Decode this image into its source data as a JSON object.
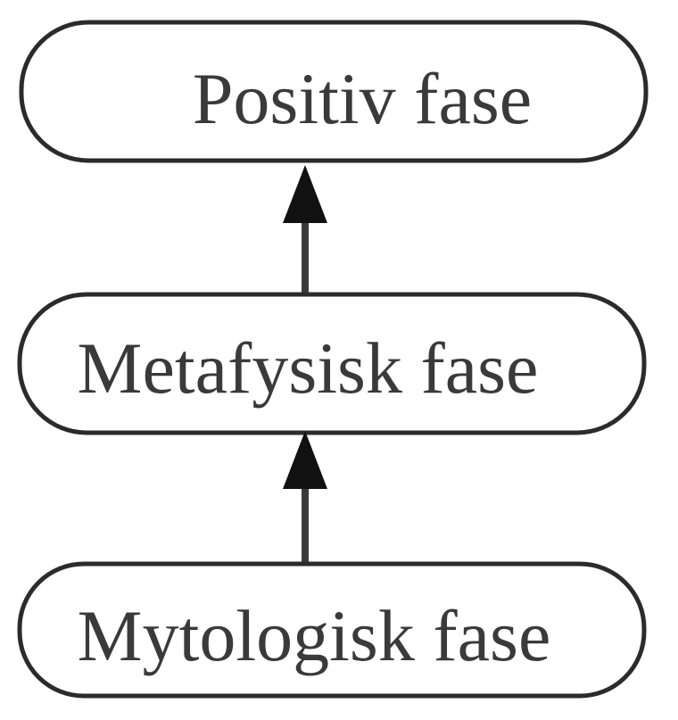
{
  "diagram": {
    "nodes": [
      {
        "id": "positiv",
        "label": "Positiv fase"
      },
      {
        "id": "metafysisk",
        "label": "Metafysisk fase"
      },
      {
        "id": "mytologisk",
        "label": "Mytologisk fase"
      }
    ],
    "edges": [
      {
        "from": "metafysisk",
        "to": "positiv"
      },
      {
        "from": "mytologisk",
        "to": "metafysisk"
      }
    ],
    "colors": {
      "node_border": "#2b2b2b",
      "arrow": "#3a3a3a",
      "text": "#3a3a3a",
      "background": "#ffffff"
    }
  }
}
